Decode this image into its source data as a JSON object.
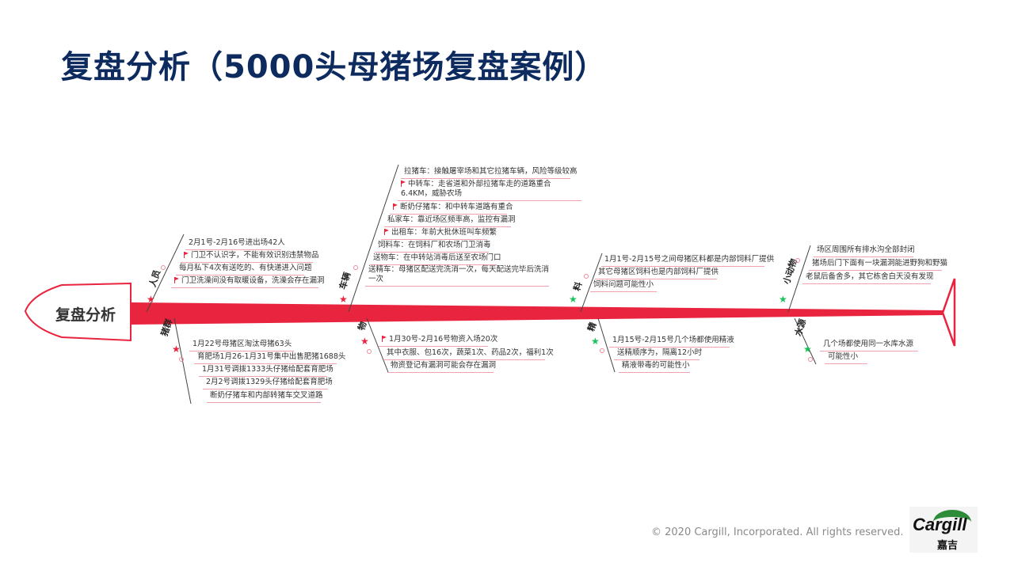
{
  "title": "复盘分析（5000头母猪场复盘案例）",
  "head": "复盘分析",
  "colors": {
    "spine": "#e8243f",
    "title": "#0d2b5e",
    "star_red": "#e8243f",
    "star_green": "#19c25a"
  },
  "branches": {
    "people": {
      "label": "人员",
      "star": "red",
      "items": [
        {
          "text": "2月1号-2月16号进出场42人",
          "flag": false
        },
        {
          "text": "门卫不认识字，不能有效识别违禁物品",
          "flag": true
        },
        {
          "text": "每月私下4次有送吃的、有快递进入问题",
          "flag": false
        },
        {
          "text": "门卫洗澡间没有取暖设备，洗澡会存在漏洞",
          "flag": true
        }
      ]
    },
    "vehicles": {
      "label": "车辆",
      "star": "red",
      "items": [
        {
          "text": "拉猪车：接触屠宰场和其它拉猪车辆，风险等级较高",
          "flag": false
        },
        {
          "text": "中转车：走省道和外部拉猪车走的道路重合6.4KM，威胁农场",
          "flag": true
        },
        {
          "text": "断奶仔猪车：和中转车道路有重合",
          "flag": true
        },
        {
          "text": "私家车：靠近场区频率高，监控有漏洞",
          "flag": false
        },
        {
          "text": "出租车：年前大批休班叫车频繁",
          "flag": true
        },
        {
          "text": "饲料车：在饲料厂和农场门卫消毒",
          "flag": false
        },
        {
          "text": "送物车：在中转站消毒后送至农场门口",
          "flag": false
        },
        {
          "text": "送精车：母猪区配送完洗消一次，每天配送完毕后洗消一次",
          "flag": false
        }
      ]
    },
    "feed": {
      "label": "料",
      "star": "green",
      "items": [
        {
          "text": "1月1号-2月15号之间母猪区料都是内部饲料厂提供",
          "flag": false
        },
        {
          "text": "其它母猪区饲料也是内部饲料厂提供",
          "flag": false
        },
        {
          "text": "饲料问题可能性小",
          "flag": false
        }
      ]
    },
    "animals": {
      "label": "小动物",
      "star": "green",
      "items": [
        {
          "text": "场区周围所有排水沟全部封闭",
          "flag": false
        },
        {
          "text": "猪场后门下面有一块漏洞能进野狗和野猫",
          "flag": false
        },
        {
          "text": "老鼠后备舍多，其它栋舍白天没有发现",
          "flag": false
        }
      ]
    },
    "pigs": {
      "label": "猪群",
      "star": "red",
      "items": [
        {
          "text": "1月22号母猪区淘汰母猪63头",
          "flag": false
        },
        {
          "text": "育肥场1月26-1月31号集中出售肥猪1688头",
          "flag": false
        },
        {
          "text": "1月31号调拨1333头仔猪给配套育肥场",
          "flag": false
        },
        {
          "text": "2月2号调拨1329头仔猪给配套育肥场",
          "flag": false
        },
        {
          "text": "断奶仔猪车和内部转猪车交叉道路",
          "flag": false
        }
      ]
    },
    "supplies": {
      "label": "物",
      "star": "red",
      "items": [
        {
          "text": "1月30号-2月16号物资入场20次",
          "flag": true
        },
        {
          "text": "其中衣服、包16次，蔬菜1次、药品2次，福利1次",
          "flag": false
        },
        {
          "text": "物资登记有漏洞可能会存在漏洞",
          "flag": false
        }
      ]
    },
    "semen": {
      "label": "精",
      "star": "green",
      "items": [
        {
          "text": "1月15号-2月15号几个场都使用精液",
          "flag": false
        },
        {
          "text": "送精顺序为，隔离12小时",
          "flag": false
        },
        {
          "text": "精液带毒的可能性小",
          "flag": false
        }
      ]
    },
    "water": {
      "label": "水源",
      "star": "green",
      "items": [
        {
          "text": "几个场都使用同一水库水源",
          "flag": false
        },
        {
          "text": "可能性小",
          "flag": false
        }
      ]
    }
  },
  "footer": {
    "copyright": "© 2020 Cargill, Incorporated. All rights reserved.",
    "logo_en": "Cargill",
    "logo_cn": "嘉吉"
  }
}
